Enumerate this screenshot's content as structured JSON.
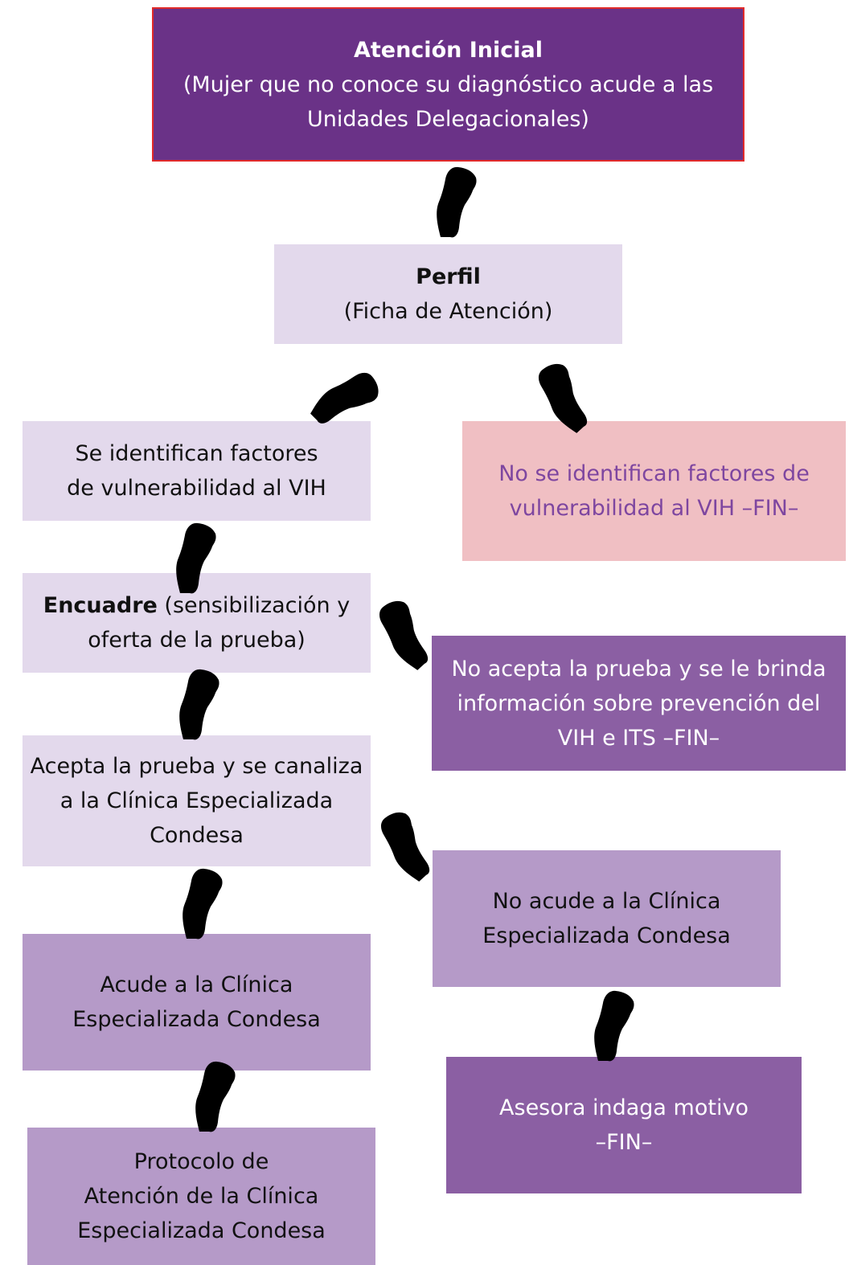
{
  "colors": {
    "dark_purple": "#6a3287",
    "medium_purple": "#8b5fa3",
    "light_purple": "#b59ac8",
    "lavender": "#e3d9ec",
    "pink": "#f0bfc3",
    "border_red": "#e12a2a",
    "hand_stroke": "#8a52a8"
  },
  "nodes": {
    "atencion_inicial": {
      "title": "Atención Inicial",
      "line1": "(Mujer que no conoce su diagnóstico acude a las",
      "line2": "Unidades Delegacionales)"
    },
    "perfil": {
      "title": "Perfil",
      "subtitle": "(Ficha de Atención)"
    },
    "factores_si": {
      "line1": "Se identifican factores",
      "line2": "de vulnerabilidad al VIH"
    },
    "factores_no": {
      "line1": "No se identifican factores de",
      "line2": "vulnerabilidad al VIH –FIN–"
    },
    "encuadre": {
      "title": "Encuadre",
      "rest": " (sensibilización y",
      "line2": "oferta de la prueba)"
    },
    "no_acepta": {
      "line1": "No acepta la prueba y se le brinda",
      "line2": "información sobre prevención del",
      "line3": "VIH e ITS –FIN–"
    },
    "acepta": {
      "line1": "Acepta la prueba y se canaliza",
      "line2": "a la Clínica Especializada",
      "line3": "Condesa"
    },
    "no_acude": {
      "line1": "No acude a la Clínica",
      "line2": "Especializada Condesa"
    },
    "acude": {
      "line1": "Acude a la Clínica",
      "line2": "Especializada Condesa"
    },
    "asesora": {
      "line1": "Asesora indaga motivo",
      "line2": "–FIN–"
    },
    "protocolo": {
      "line1": "Protocolo de",
      "line2": "Atención de la Clínica",
      "line3": "Especializada Condesa"
    }
  },
  "icons": {
    "connector": "pointing-hand-icon"
  }
}
